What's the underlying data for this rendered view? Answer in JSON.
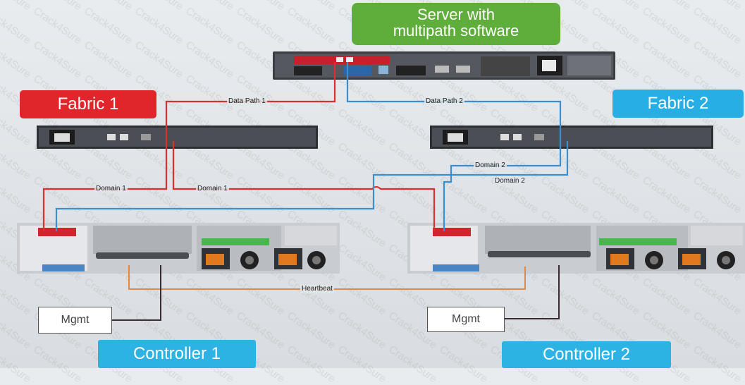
{
  "labels": {
    "server_title": "Server with\nmultipath software",
    "fabric1": "Fabric 1",
    "fabric2": "Fabric 2",
    "controller1": "Controller 1",
    "controller2": "Controller 2",
    "mgmt1": "Mgmt",
    "mgmt2": "Mgmt"
  },
  "wires": {
    "data_path_1": "Data Path 1",
    "data_path_2": "Data Path 2",
    "domain1_a": "Domain 1",
    "domain1_b": "Domain 1",
    "domain2_a": "Domain 2",
    "domain2_b": "Domain 2",
    "heartbeat": "Heartbeat"
  },
  "watermark": "Crack4Sure",
  "colors": {
    "fabric1": "#e0262b",
    "fabric2": "#27aee4",
    "server_title": "#5fae3c",
    "controller": "#2db3e3",
    "domain1_wire": "#d9312f",
    "domain2_wire": "#3a8fd0",
    "heartbeat_wire": "#e08a4a",
    "mgmt_wire": "#3a2a33"
  }
}
